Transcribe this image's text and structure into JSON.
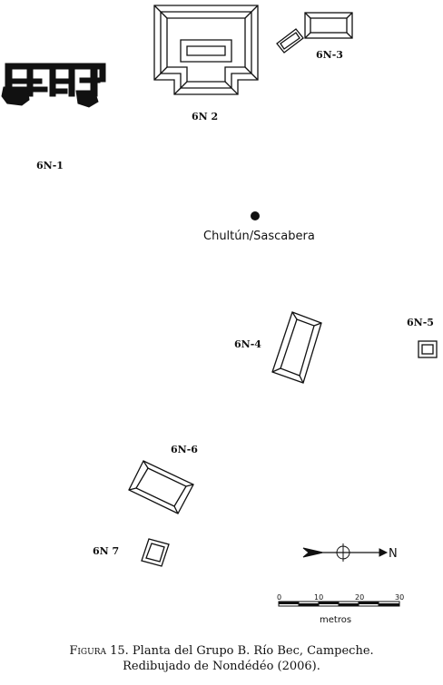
{
  "structures": {
    "s6n1": "6N-1",
    "s6n2": "6N 2",
    "s6n3": "6N-3",
    "s6n4": "6N-4",
    "s6n5": "6N-5",
    "s6n6": "6N-6",
    "s6n7": "6N 7"
  },
  "chultun_label": "Chultún/Sascabera",
  "north_label": "N",
  "scale": {
    "ticks": [
      "0",
      "10",
      "20",
      "30"
    ],
    "unit": "metros"
  },
  "caption": {
    "figure_label": "Figura 15.",
    "line1": " Planta del Grupo B. Río Bec, Campeche.",
    "line2": "Redibujado de Nondédéo (2006)."
  }
}
